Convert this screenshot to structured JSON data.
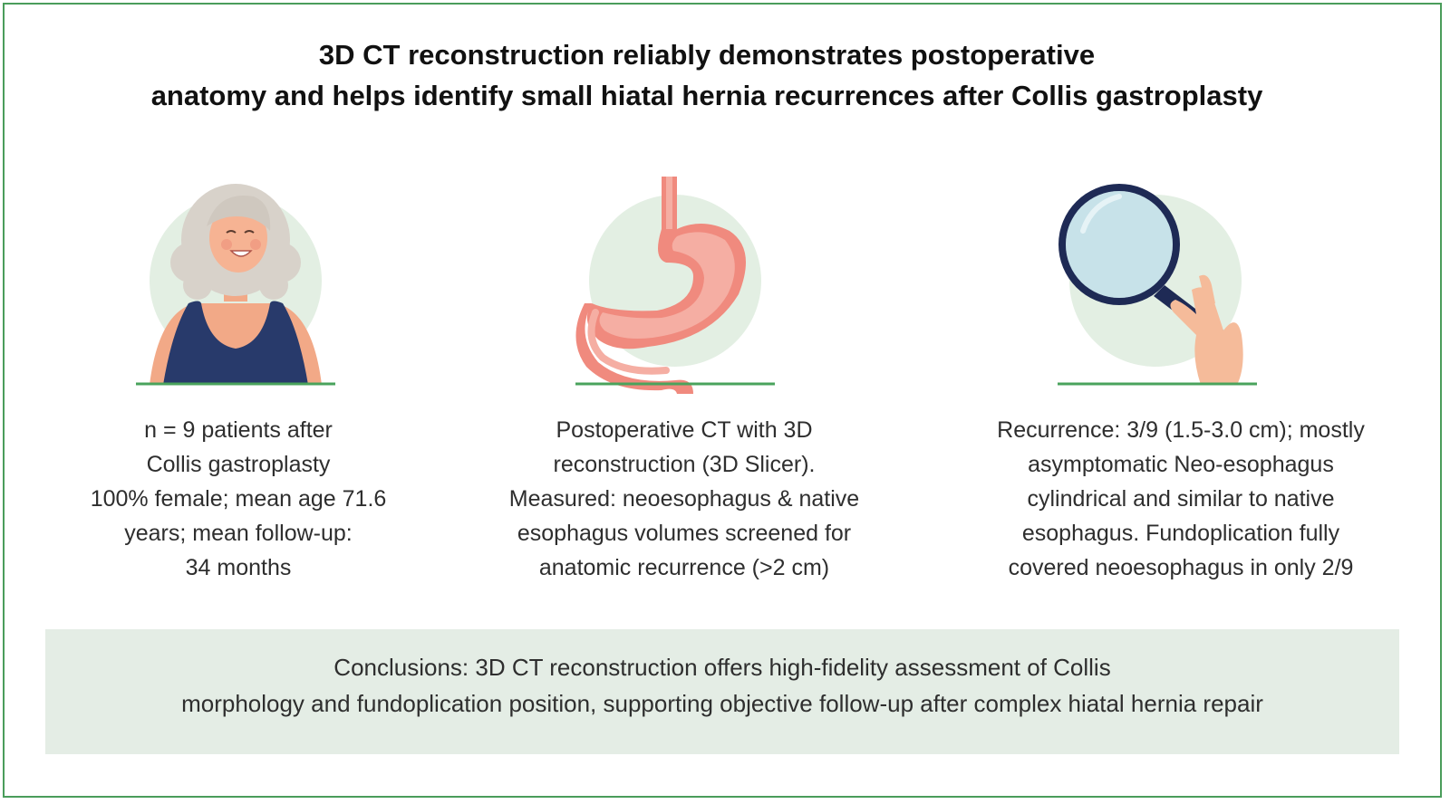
{
  "title": {
    "line1": "3D CT reconstruction reliably demonstrates postoperative",
    "line2": "anatomy and helps identify small hiatal hernia recurrences after Collis gastroplasty"
  },
  "colors": {
    "frame": "#4a9d5b",
    "ground_line": "#4aa35c",
    "circle_bg": "#e3efe3",
    "conclusion_bg": "#e4ede5"
  },
  "panels": [
    {
      "icon": "elderly-woman-icon",
      "lines": [
        "n = 9 patients after",
        "Collis gastroplasty",
        "100% female; mean age 71.6",
        "years; mean follow-up:",
        "34 months"
      ]
    },
    {
      "icon": "stomach-icon",
      "lines": [
        "Postoperative CT with 3D",
        "reconstruction (3D Slicer).",
        "Measured: neoesophagus & native",
        "esophagus volumes screened for",
        "anatomic recurrence (>2 cm)"
      ]
    },
    {
      "icon": "magnifying-glass-icon",
      "lines": [
        "Recurrence: 3/9 (1.5-3.0 cm); mostly",
        "asymptomatic Neo-esophagus",
        "cylindrical and similar to native",
        "esophagus. Fundoplication fully",
        "covered neoesophagus in only 2/9"
      ]
    }
  ],
  "conclusion": {
    "line1": "Conclusions: 3D CT reconstruction offers high-fidelity assessment of Collis",
    "line2": "morphology and fundoplication position, supporting objective follow-up after complex hiatal hernia repair"
  }
}
